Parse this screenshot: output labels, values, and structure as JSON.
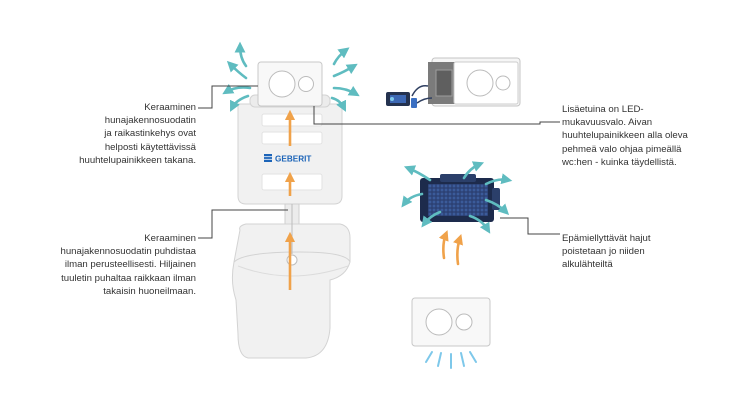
{
  "brand": {
    "logo_text": "GEBERIT",
    "blue": "#1c64b8"
  },
  "colors": {
    "arrow_teal": "#5fbcc0",
    "arrow_orange": "#f0a24a",
    "toilet_fill": "#f1f1f1",
    "toilet_stroke": "#d3d3d3",
    "leader_line": "#444444",
    "text": "#333333",
    "light_blue": "#7ec8ea"
  },
  "labels": {
    "top_left": "Keraaminen\nhunajakennosuodatin\nja raikastinkehys ovat\nhelposti käytettävissä\nhuuhtelupainikkeen takana.",
    "bottom_left": "Keraaminen\nhunajakennosuodatin puhdistaa\nilman perusteellisesti. Hiljainen\ntuuletin puhaltaa raikkaan ilman\ntakaisin huoneilmaan.",
    "top_right": "Lisäetuina on LED-\nmukavuusvalo. Aivan\nhuuhtelupainikkeen alla oleva\npehmeä valo ohjaa pimeällä\nwc:hen - kuinka täydellistä.",
    "bottom_right": "Epämiellyttävät hajut\npoistetaan jo niiden\nalkulähteiltä"
  },
  "icons": {
    "flush_plate": "flush-plate-icon",
    "filter_module": "honeycomb-filter-icon",
    "led_light": "led-light-icon"
  }
}
